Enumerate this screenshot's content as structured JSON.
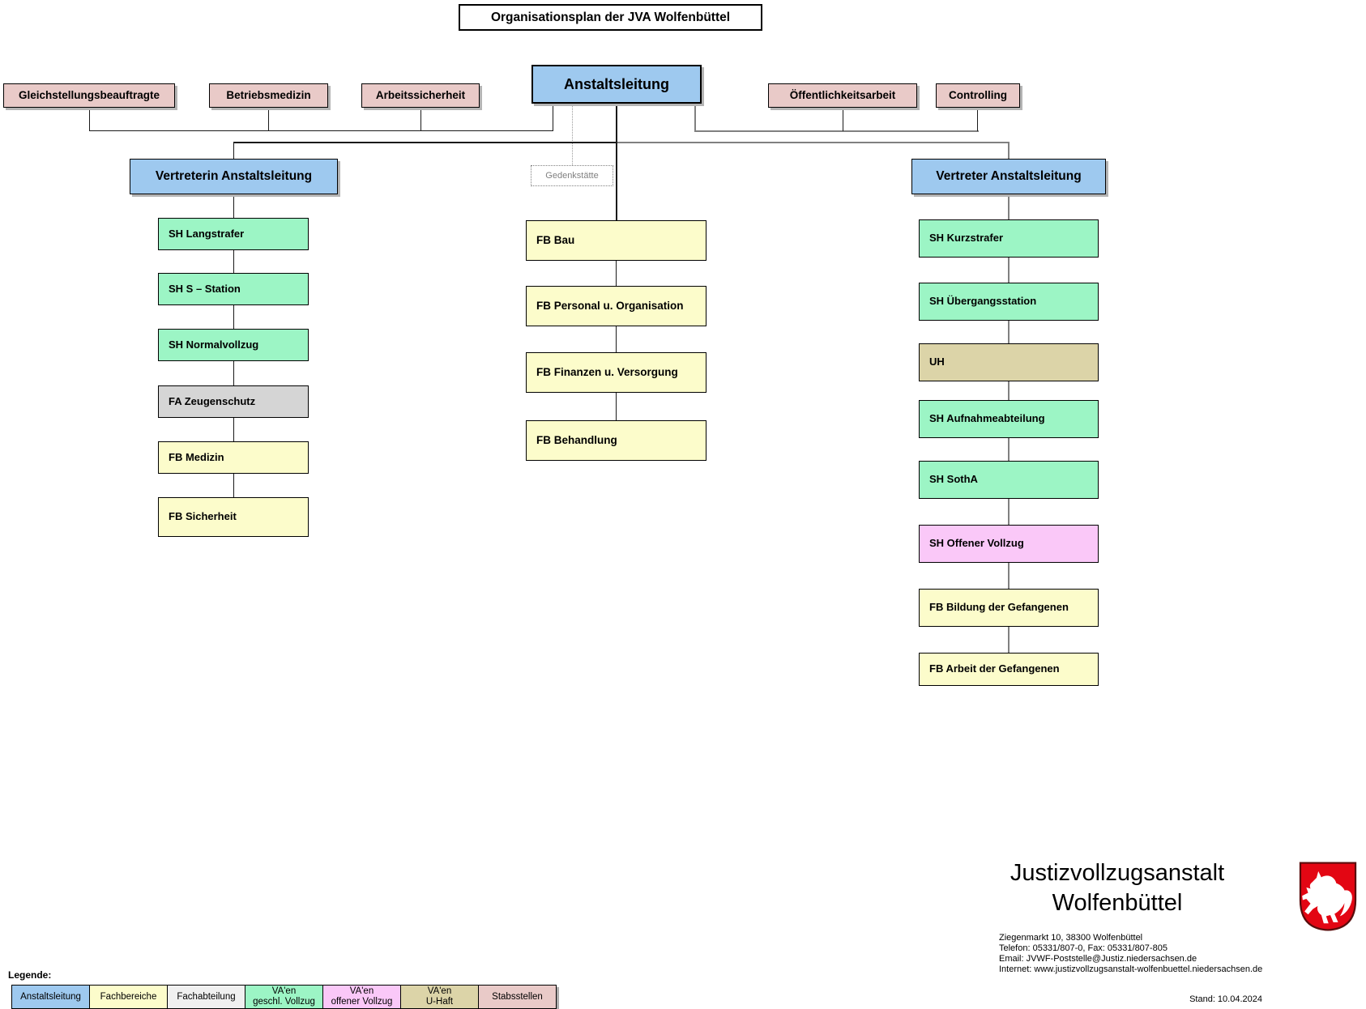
{
  "page_title": "Organisationsplan der JVA Wolfenbüttel",
  "root": {
    "label": "Anstaltsleitung"
  },
  "staff_left": [
    {
      "label": "Gleichstellungsbeauftragte"
    },
    {
      "label": "Betriebsmedizin"
    },
    {
      "label": "Arbeitssicherheit"
    }
  ],
  "staff_right": [
    {
      "label": "Öffentlichkeitsarbeit"
    },
    {
      "label": "Controlling"
    }
  ],
  "gedenkstaette": {
    "label": "Gedenkstätte"
  },
  "columns": {
    "left": {
      "head": "Vertreterin Anstaltsleitung",
      "boxes": [
        {
          "label": "SH Langstrafer",
          "type": "geschl-vollzug"
        },
        {
          "label": "SH S – Station",
          "type": "geschl-vollzug"
        },
        {
          "label": "SH Normalvollzug",
          "type": "geschl-vollzug"
        },
        {
          "label": "FA Zeugenschutz",
          "type": "fachabteilung"
        },
        {
          "label": "FB Medizin",
          "type": "fachbereich"
        },
        {
          "label": "FB Sicherheit",
          "type": "fachbereich"
        }
      ]
    },
    "middle": {
      "boxes": [
        {
          "label": "FB Bau",
          "type": "fachbereich"
        },
        {
          "label": "FB Personal u. Organisation",
          "type": "fachbereich"
        },
        {
          "label": "FB Finanzen u. Versorgung",
          "type": "fachbereich"
        },
        {
          "label": "FB Behandlung",
          "type": "fachbereich"
        }
      ]
    },
    "right": {
      "head": "Vertreter Anstaltsleitung",
      "boxes": [
        {
          "label": "SH Kurzstrafer",
          "type": "geschl-vollzug"
        },
        {
          "label": "SH Übergangsstation",
          "type": "geschl-vollzug"
        },
        {
          "label": "UH",
          "type": "u-haft"
        },
        {
          "label": "SH Aufnahmeabteilung",
          "type": "geschl-vollzug"
        },
        {
          "label": "SH SothA",
          "type": "geschl-vollzug"
        },
        {
          "label": "SH Offener Vollzug",
          "type": "offener-vollzug"
        },
        {
          "label": "FB Bildung der Gefangenen",
          "type": "fachbereich"
        },
        {
          "label": "FB Arbeit der Gefangenen",
          "type": "fachbereich"
        }
      ]
    }
  },
  "legend": {
    "heading": "Legende:",
    "items": [
      {
        "line1": "Anstaltsleitung",
        "color": "#9ec9ef"
      },
      {
        "line1": "Fachbereiche",
        "color": "#fcfccb"
      },
      {
        "line1": "Fachabteilung",
        "color": "#f0f0f0"
      },
      {
        "line1": "VA'en",
        "line2": "geschl. Vollzug",
        "color": "#9cf5c5"
      },
      {
        "line1": "VA'en",
        "line2": "offener Vollzug",
        "color": "#fac8f8"
      },
      {
        "line1": "VA'en",
        "line2": "U-Haft",
        "color": "#dcd4a8"
      },
      {
        "line1": "Stabsstellen",
        "color": "#e9cac8"
      }
    ]
  },
  "footer": {
    "org_line1": "Justizvollzugsanstalt",
    "org_line2": "Wolfenbüttel",
    "address_line1": "Ziegenmarkt 10, 38300 Wolfenbüttel",
    "address_line2": "Telefon: 05331/807-0, Fax: 05331/807-805",
    "address_line3": "Email: JVWF-Poststelle@Justiz.niedersachsen.de",
    "address_line4": "Internet: www.justizvollzugsanstalt-wolfenbuettel.niedersachsen.de",
    "stand": "Stand: 10.04.2024"
  },
  "colors": {
    "anstaltsleitung_blue": "#9ec9ef",
    "fachbereiche_yellow": "#fcfccb",
    "fachabteilung_gray": "#d5d5d5",
    "geschl_vollzug_green": "#9cf5c5",
    "offener_vollzug_violet": "#fac8f8",
    "u_haft_tan": "#dcd4a8",
    "stabsstellen_rose": "#e9cac8",
    "coat_of_arms_shield": "#e30613",
    "coat_of_arms_horse": "#ffffff",
    "connector_dark": "#1a1a1a",
    "connector_gray": "#808080"
  }
}
